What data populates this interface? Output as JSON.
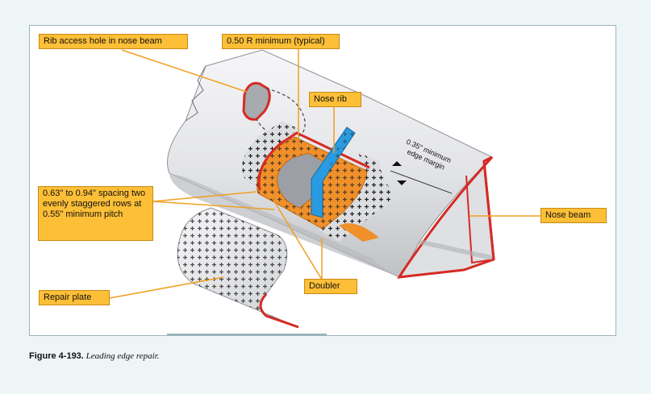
{
  "labels": {
    "rib_access_hole": "Rib access hole in nose beam",
    "radius_min": "0.50 R minimum (typical)",
    "nose_rib": "Nose rib",
    "spacing_note": "0.63\" to 0.94\" spacing two evenly staggered rows at 0.55\" minimum pitch",
    "nose_beam": "Nose beam",
    "doubler": "Doubler",
    "repair_plate": "Repair plate"
  },
  "edge_margin_note": {
    "line1": "0.35\" minimum",
    "line2": "edge margin"
  },
  "caption": {
    "figure_number": "Figure 4-193.",
    "title": "Leading edge repair."
  },
  "colors": {
    "label_fill": "#fdbf37",
    "leader": "#f0a020",
    "doubler": "#f0902a",
    "nose_rib": "#2a9be0",
    "red_edge": "#d62a24",
    "skin": "#e6e7ea"
  }
}
